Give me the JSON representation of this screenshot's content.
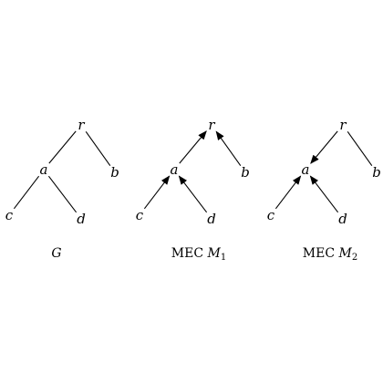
{
  "panels": [
    {
      "caption": "G",
      "caption_prefix": "",
      "caption_var": "G",
      "caption_sub": "",
      "nodes": [
        {
          "id": "r",
          "label": "r"
        },
        {
          "id": "a",
          "label": "a"
        },
        {
          "id": "b",
          "label": "b"
        },
        {
          "id": "c",
          "label": "c"
        },
        {
          "id": "d",
          "label": "d"
        }
      ],
      "edges": [
        {
          "from": "a",
          "to": "r",
          "directed": false
        },
        {
          "from": "b",
          "to": "r",
          "directed": false
        },
        {
          "from": "c",
          "to": "a",
          "directed": false
        },
        {
          "from": "d",
          "to": "a",
          "directed": false
        }
      ]
    },
    {
      "caption": "MEC M1",
      "caption_prefix": "MEC ",
      "caption_var": "M",
      "caption_sub": "1",
      "nodes": [
        {
          "id": "r",
          "label": "r"
        },
        {
          "id": "a",
          "label": "a"
        },
        {
          "id": "b",
          "label": "b"
        },
        {
          "id": "c",
          "label": "c"
        },
        {
          "id": "d",
          "label": "d"
        }
      ],
      "edges": [
        {
          "from": "a",
          "to": "r",
          "directed": true
        },
        {
          "from": "b",
          "to": "r",
          "directed": true
        },
        {
          "from": "c",
          "to": "a",
          "directed": true
        },
        {
          "from": "d",
          "to": "a",
          "directed": true
        }
      ]
    },
    {
      "caption": "MEC M2",
      "caption_prefix": "MEC ",
      "caption_var": "M",
      "caption_sub": "2",
      "nodes": [
        {
          "id": "r",
          "label": "r"
        },
        {
          "id": "a",
          "label": "a"
        },
        {
          "id": "b",
          "label": "b"
        },
        {
          "id": "c",
          "label": "c"
        },
        {
          "id": "d",
          "label": "d"
        }
      ],
      "edges": [
        {
          "from": "r",
          "to": "a",
          "directed": true
        },
        {
          "from": "b",
          "to": "r",
          "directed": false
        },
        {
          "from": "c",
          "to": "a",
          "directed": true
        },
        {
          "from": "d",
          "to": "a",
          "directed": true
        }
      ]
    }
  ]
}
